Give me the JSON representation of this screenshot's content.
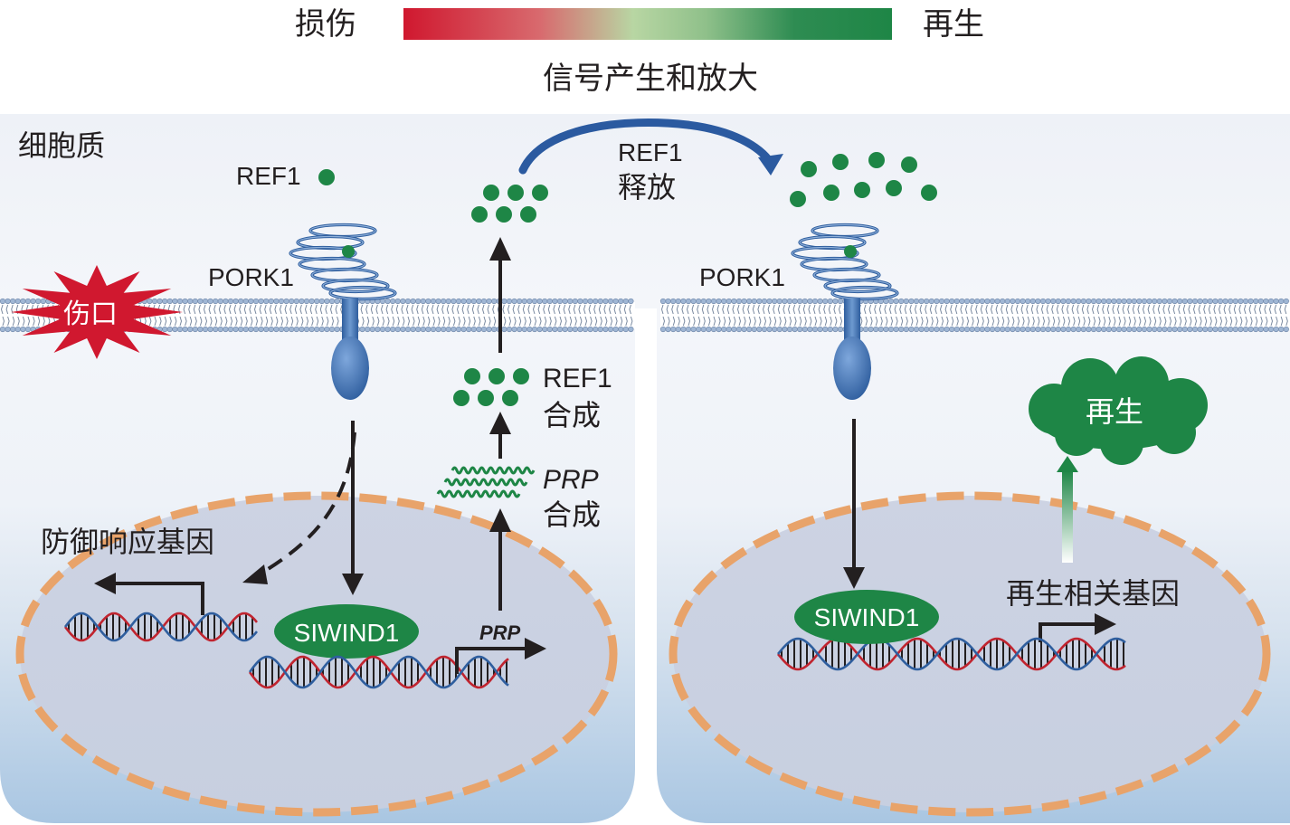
{
  "legend": {
    "left_label": "损伤",
    "right_label": "再生",
    "caption": "信号产生和放大",
    "gradient_colors": [
      "#d0182f",
      "#b8d6a3",
      "#1e8646"
    ]
  },
  "cytoplasm_label": "细胞质",
  "left_cell": {
    "ref1_label": "REF1",
    "pork1_label": "PORK1",
    "wound_label": "伤口",
    "defense_label": "防御响应基因",
    "siwind1_label": "SIWIND1",
    "prp_promoter_label": "PRP",
    "prp_synth_line1": "PRP",
    "prp_synth_line2": "合成",
    "ref1_synth_line1": "REF1",
    "ref1_synth_line2": "合成"
  },
  "release": {
    "line1": "REF1",
    "line2": "释放"
  },
  "right_cell": {
    "pork1_label": "PORK1",
    "regen_label": "再生",
    "regen_genes_label": "再生相关基因",
    "siwind1_label": "SIWIND1"
  },
  "colors": {
    "ref1_dot": "#1e8646",
    "receptor": "#3a67a8",
    "nucleus_border": "#e8a36a",
    "siwind1": "#1e8646",
    "wound": "#d0182f",
    "release_arrow": "#2b5aa0"
  }
}
